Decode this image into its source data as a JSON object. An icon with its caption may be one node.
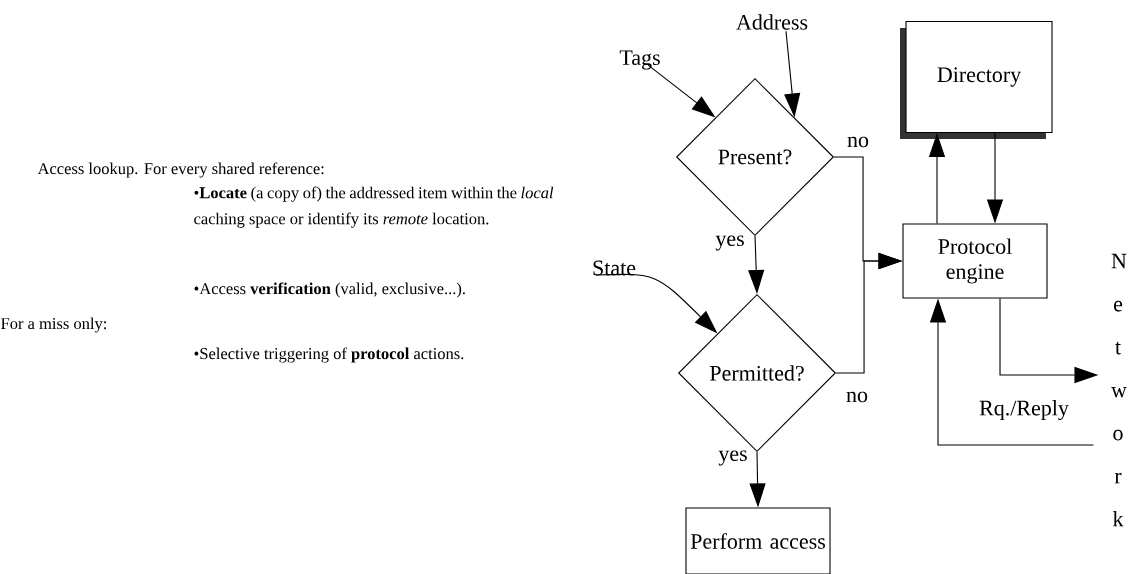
{
  "diagram": {
    "nodes": [
      {
        "text": [
          "Tags"
        ]
      },
      {
        "text": [
          "Address"
        ]
      },
      {
        "text": [
          "Present?"
        ]
      },
      {
        "text": [
          "State"
        ]
      },
      {
        "text": [
          "Permitted?"
        ]
      },
      {
        "text": [
          "Perform access"
        ]
      },
      {
        "text": [
          "Directory"
        ]
      },
      {
        "text": [
          "Protocol engine"
        ]
      },
      {
        "text": [
          "N e t w o r k"
        ]
      }
    ],
    "edges": [
      {
        "from": 0,
        "to": 2,
        "arrow": "to"
      },
      {
        "from": 1,
        "to": 2,
        "arrow": "to"
      },
      {
        "from": 2,
        "to": 4,
        "arrow": "to",
        "label": "yes"
      },
      {
        "from": 3,
        "to": 4,
        "arrow": "to"
      },
      {
        "from": 2,
        "to": 7,
        "arrow": "to",
        "label": "no"
      },
      {
        "from": 4,
        "to": 7,
        "arrow": "to",
        "label": "no"
      },
      {
        "from": 7,
        "to": 6,
        "arrow": "to"
      },
      {
        "from": 6,
        "to": 7,
        "arrow": "to"
      },
      {
        "from": 4,
        "to": 5,
        "arrow": "to",
        "label": "yes"
      },
      {
        "from": 7,
        "to": 8,
        "arrow": "to",
        "label": "Rq./Reply"
      },
      {
        "from": 8,
        "to": 7,
        "arrow": "to"
      }
    ],
    "labels": [
      "Access lookup. For every shared reference:",
      "•**Locate** (a copy of) the addressed item within the *local* caching space or identify its *remote* location.",
      "•Access **verification** (valid, exclusive...).",
      "For a miss only:",
      "•Selective triggering of **protocol** actions."
    ]
  }
}
